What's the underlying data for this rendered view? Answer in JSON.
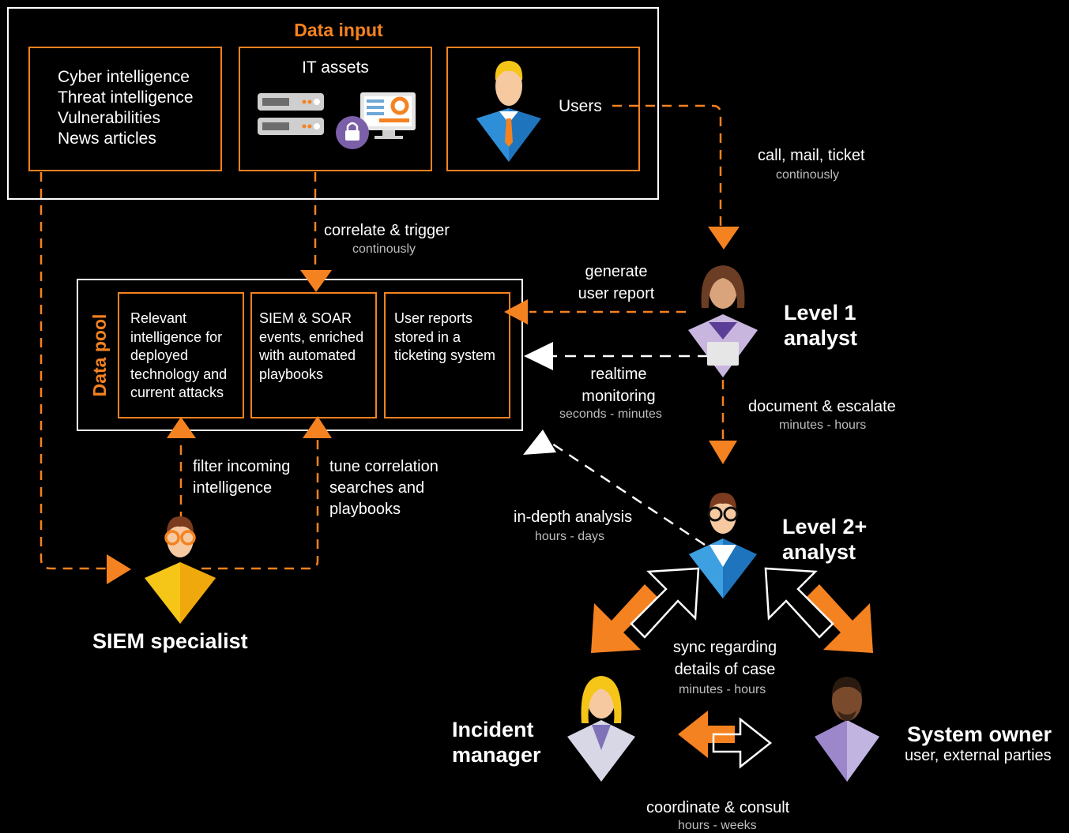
{
  "colors": {
    "accent": "#f58220",
    "background": "#000000",
    "line": "#ffffff"
  },
  "data_input": {
    "title": "Data input",
    "sources": {
      "intelligence_lines": [
        "Cyber intelligence",
        "Threat intelligence",
        "Vulnerabilities",
        "News articles"
      ],
      "it_assets": "IT assets",
      "users": "Users"
    }
  },
  "data_pool": {
    "title": "Data pool",
    "cells": [
      "Relevant intelligence for deployed technology and current attacks",
      "SIEM & SOAR events, enriched with automated playbooks",
      "User reports stored in a ticketing system"
    ]
  },
  "roles": {
    "level1": "Level 1 analyst",
    "level2": "Level 2+ analyst",
    "siem": "SIEM specialist",
    "incident": "Incident manager",
    "owner": "System owner",
    "owner_sub": "user, external parties"
  },
  "flows": {
    "correlate": {
      "label": "correlate & trigger",
      "freq": "continously"
    },
    "call": {
      "label": "call, mail, ticket",
      "freq": "continously"
    },
    "generate": {
      "label": "generate user report"
    },
    "realtime": {
      "label": "realtime monitoring",
      "freq": "seconds - minutes"
    },
    "document": {
      "label": "document & escalate",
      "freq": "minutes - hours"
    },
    "indepth": {
      "label": "in-depth analysis",
      "freq": "hours - days"
    },
    "filter": {
      "label": "filter incoming intelligence"
    },
    "tune": {
      "label": "tune correlation searches and playbooks"
    },
    "sync": {
      "label": "sync regarding details of case",
      "freq": "minutes - hours"
    },
    "coordinate": {
      "label": "coordinate & consult",
      "freq": "hours - weeks"
    }
  },
  "icons": [
    "server-icon",
    "lock-icon",
    "monitor-icon",
    "user-avatar"
  ]
}
